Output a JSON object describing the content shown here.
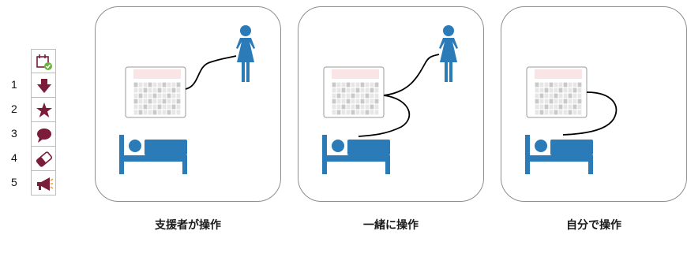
{
  "legend": {
    "items": [
      {
        "number": "",
        "icon": "calendar-check-icon"
      },
      {
        "number": "1",
        "icon": "down-arrow-icon"
      },
      {
        "number": "2",
        "icon": "star-icon"
      },
      {
        "number": "3",
        "icon": "speech-bubble-icon"
      },
      {
        "number": "4",
        "icon": "eraser-icon"
      },
      {
        "number": "5",
        "icon": "megaphone-icon"
      }
    ]
  },
  "panels": [
    {
      "caption": "支援者が操作",
      "connection": "tablet-to-supporter"
    },
    {
      "caption": "一緒に操作",
      "connection": "tablet-to-supporter-and-patient"
    },
    {
      "caption": "自分で操作",
      "connection": "tablet-to-patient"
    }
  ],
  "colors": {
    "person": "#2b7bb9",
    "icon": "#7b1c3a",
    "panel_border": "#8e8e8e",
    "tablet_screen": "#f9e4e6",
    "wire": "#000000"
  }
}
